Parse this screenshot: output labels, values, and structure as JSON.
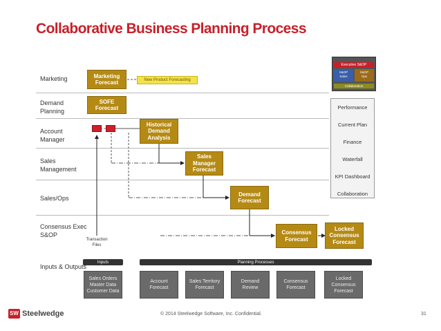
{
  "title": "Collaborative Business Planning Process",
  "lanes": [
    "Marketing",
    "Demand\nPlanning",
    "Account\nManager",
    "Sales\nManagement",
    "Sales/Ops",
    "Consensus Exec\nS&OP",
    "Inputs & Outputs"
  ],
  "boxes": {
    "marketing_forecast": "Marketing\nForecast",
    "new_product_forecasting": "New Product Forecasting",
    "sofe_forecast": "SOFE\nForecast",
    "historical_demand_analysis": "Historical\nDemand\nAnalysis",
    "sales_manager_forecast": "Sales\nManager\nForecast",
    "demand_forecast": "Demand\nForecast",
    "consensus_forecast": "Consensus\nForecast",
    "locked_consensus_forecast": "Locked\nConsensus\nForecast"
  },
  "transaction_files": "Transaction\nFiles",
  "legend": {
    "executive": "Executive S&OP",
    "sop_sales": "S&OP\nSales",
    "sop_ops": "S&OP\nOps",
    "collaboration": "Collaboration"
  },
  "side_panel": [
    "Performance",
    "Current Plan",
    "Finance",
    "Waterfall",
    "KPI Dashboard",
    "Collaboration"
  ],
  "bars": {
    "inputs": "Inputs",
    "planning_processes": "Planning Processes"
  },
  "outputs": {
    "input_data": "Sales Orders\nMaster Data\nCustomer Data",
    "planning": [
      "Account\nForecast",
      "Sales Territory\nForecast",
      "Demand\nReview",
      "Consensus\nForecast",
      "Locked\nConsensus\nForecast"
    ]
  },
  "footer": {
    "logo_badge": "SW",
    "logo_text": "Steelwedge",
    "copyright": "© 2014 Steelwedge Software, Inc. Confidential.",
    "page_number": "31"
  }
}
